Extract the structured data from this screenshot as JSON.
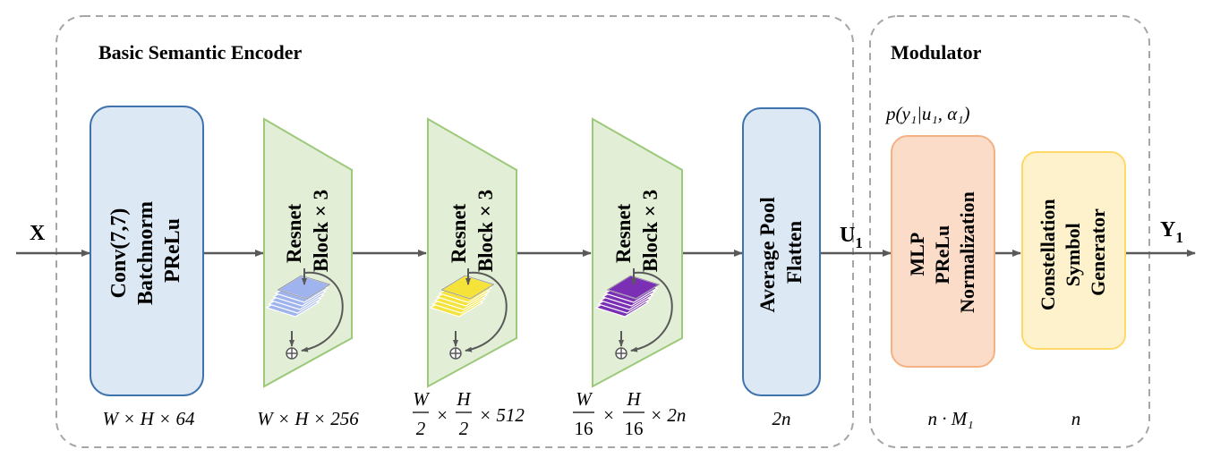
{
  "encoder": {
    "title": "Basic Semantic Encoder",
    "conv_block": {
      "lines": [
        "Conv(7,7)",
        "Batchnorm",
        "PReLu"
      ],
      "dim": "W × H × 64"
    },
    "resnet_blocks": [
      {
        "lines": [
          "Resnet",
          "Block × 3"
        ],
        "dim": "W × H × 256",
        "color": "#9fb4ee"
      },
      {
        "lines": [
          "Resnet",
          "Block × 3"
        ],
        "dim_frac": {
          "a": "W",
          "b": "2",
          "c": "H",
          "d": "2",
          "tail": "× 512"
        },
        "color": "#f5e33a"
      },
      {
        "lines": [
          "Resnet",
          "Block × 3"
        ],
        "dim_frac": {
          "a": "W",
          "b": "16",
          "c": "H",
          "d": "16",
          "tail": "× 2n"
        },
        "color": "#7a2fb5"
      }
    ],
    "pool_block": {
      "lines": [
        "Average Pool",
        "Flatten"
      ],
      "dim": "2n"
    }
  },
  "modulator": {
    "title": "Modulator",
    "prob_label": "p(y₁|u₁, α₁)",
    "mlp_block": {
      "lines": [
        "MLP",
        "PReLu",
        "Normalization"
      ],
      "dim": "n · M₁"
    },
    "constellation_block": {
      "lines": [
        "Constellation",
        "Symbol",
        "Generator"
      ],
      "dim": "n"
    }
  },
  "signals": {
    "input": "X",
    "u": "U",
    "u_sub": "1",
    "output": "Y",
    "output_sub": "1"
  },
  "colors": {
    "blue_fill": "#dde8f5",
    "blue_stroke": "#3f73ad",
    "green_fill": "#e2efd6",
    "green_stroke": "#9cc97a",
    "orange_fill": "#fbdcc8",
    "orange_stroke": "#f4b183",
    "yellow_fill": "#fef2cc",
    "yellow_stroke": "#ffd966",
    "arrow": "#595959",
    "dash": "#a6a6a6"
  }
}
